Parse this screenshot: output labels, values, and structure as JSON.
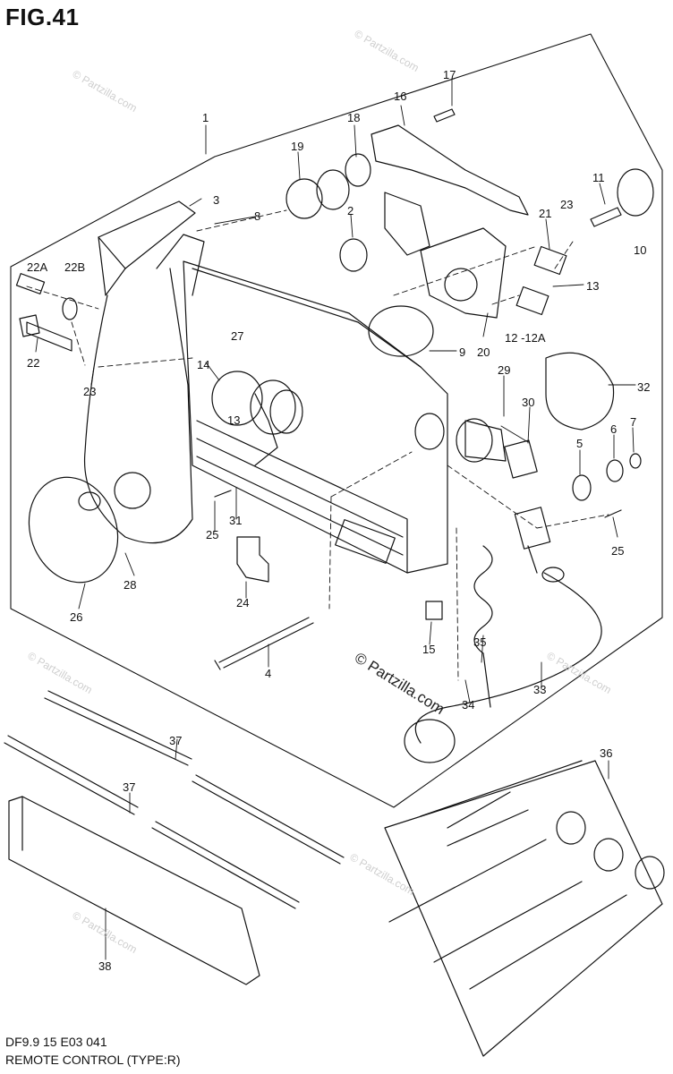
{
  "figure_title": "FIG.41",
  "footer": {
    "model_code": "DF9.9 15 E03  041",
    "caption": "REMOTE CONTROL (TYPE:R)"
  },
  "watermark": "© Partzilla.com",
  "callouts": [
    "1",
    "2",
    "3",
    "4",
    "5",
    "6",
    "7",
    "8",
    "9",
    "10",
    "11",
    "12 -12A",
    "13",
    "13",
    "14",
    "15",
    "16",
    "17",
    "18",
    "19",
    "20",
    "21",
    "22",
    "22A",
    "22B",
    "23",
    "23",
    "24",
    "25",
    "25",
    "26",
    "27",
    "28",
    "29",
    "30",
    "31",
    "32",
    "33",
    "34",
    "35",
    "36",
    "37",
    "37",
    "38"
  ],
  "colors": {
    "line": "#111111",
    "watermark": "#cfcfcf",
    "background": "#ffffff"
  }
}
